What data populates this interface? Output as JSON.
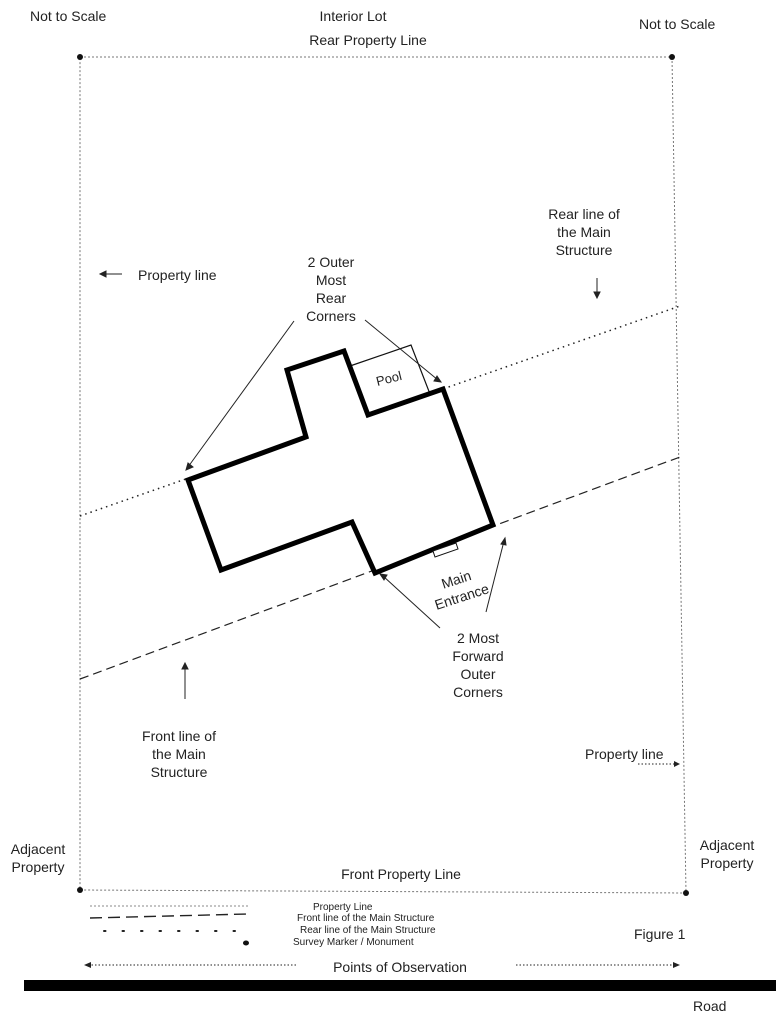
{
  "header": {
    "not_to_scale_left": "Not to Scale",
    "not_to_scale_right": "Not to Scale",
    "interior_lot": "Interior Lot",
    "rear_property_line": "Rear Property Line"
  },
  "labels": {
    "property_line_left": "Property line",
    "property_line_right": "Property line",
    "outer_rear_corners": [
      "2 Outer",
      "Most",
      "Rear",
      "Corners"
    ],
    "rear_line_structure": [
      "Rear line of",
      "the Main",
      "Structure"
    ],
    "pool": "Pool",
    "main_entrance": [
      "Main",
      "Entrance"
    ],
    "forward_corners": [
      "2 Most",
      "Forward",
      "Outer",
      "Corners"
    ],
    "front_line_structure": [
      "Front line of",
      "the Main",
      "Structure"
    ],
    "adjacent_left": [
      "Adjacent",
      "Property"
    ],
    "adjacent_right": [
      "Adjacent",
      "Property"
    ],
    "front_property_line": "Front Property Line",
    "figure": "Figure 1",
    "points_of_observation": "Points of Observation",
    "road": "Road"
  },
  "legend": {
    "property_line": "Property Line",
    "front_line": "Front line of the Main Structure",
    "rear_line": "Rear line of the Main Structure",
    "survey_marker": "Survey Marker / Monument"
  }
}
